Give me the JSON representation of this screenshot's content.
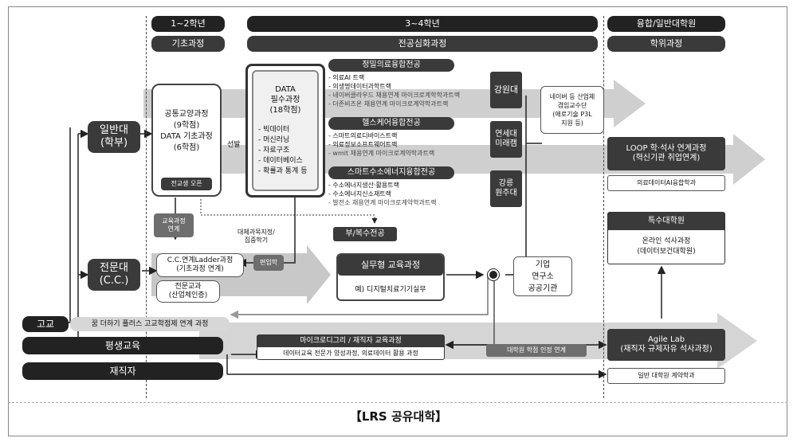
{
  "columns": {
    "col1": {
      "year": "1~2학년",
      "course": "기초과정"
    },
    "col2": {
      "year": "3~4학년",
      "course": "전공심화과정"
    },
    "col3": {
      "year": "융합/일반대학원",
      "course": "학위과정"
    }
  },
  "left": {
    "general_univ": "일반대\n(학부)",
    "college": "전문대\n(C.C.)",
    "highschool": "고교",
    "lifelong": "평생교육",
    "worker": "재직자",
    "highschool_link": "꿈 더하기 플러스 고교학점제 연계 과정"
  },
  "col1": {
    "liberal_box": "공통교양과정\n(9학점)\nDATA 기초과정\n(6학점)",
    "transfer_open": "전교생 오픈",
    "select_label": "선발",
    "curriculum_link": "교육과정\n연계",
    "cc_ladder": "C.C.연계Ladder과정\n(기초과정 연계)",
    "cc_major": "전문교과\n(산업체인증)",
    "transfer_in": "편입학",
    "alt_course": "대체과목지정/\n집중학기"
  },
  "col2": {
    "data_core_title": "DATA\n필수과정\n(18학점)",
    "data_core_items": [
      "- 빅데이터",
      "- 머신러닝",
      "- 자료구조",
      "- 데이터베이스",
      "- 확률과 통계 등"
    ],
    "precision_title": "정밀의료융합전공",
    "precision_items": [
      "- 의료AI 트랙",
      "- 의생명데이터과학트랙",
      "- 네이버클라우드 채용연계 마이크로계학학과트랙",
      "- 더존비즈온 채용연계 마이크로계약학과트랙"
    ],
    "healthcare_title": "헬스케어융합전공",
    "healthcare_items": [
      "- 스마트의료디바이스트랙",
      "- 의료정보소프트웨어트랙",
      "- wmit 채용연계 마이크로계약학과트랙"
    ],
    "hydrogen_title": "스마트수소에너지융합전공",
    "hydrogen_items": [
      "- 수소에너지생산·활용트랙",
      "- 수소에너지신소재트랙",
      "- 발전소 채용연계 마이크로계약학과트랙"
    ],
    "univ_kangwon": "강원대",
    "univ_yonsei": "연세대\n미래캠",
    "univ_gangneung": "강릉\n원주대",
    "minor": "부/복수전공",
    "practical_title": "실무형 교육과정",
    "practical_example": "예) 디지털치료기기실무",
    "partners": "기업\n연구소\n공공기관",
    "micro_title": "마이크로디그리 / 재직자 교육과정",
    "micro_sub": "데이터교육 전문가 양성과정, 의료데이터 활용 과정",
    "grad_credit_link": "대학원 학점 인정 연계"
  },
  "col3": {
    "naver_box": "네이버 등 산업체\n겸임교수단\n(애로기술 P3L\n지원 등)",
    "loop": "LOOP 학·석사 연계과정\n(혁신기관 취업연계)",
    "medical_ai_dept": "의료데이터AI융합학과",
    "special_grad_title": "특수대학원",
    "special_grad_body": "온라인 석사과정\n(데이터보건대학원)",
    "agile": "Agile Lab\n(재직자 규제자유 석사과정)",
    "general_grad": "일반 대학원 계약학과"
  },
  "caption": "【LRS 공유대학】"
}
